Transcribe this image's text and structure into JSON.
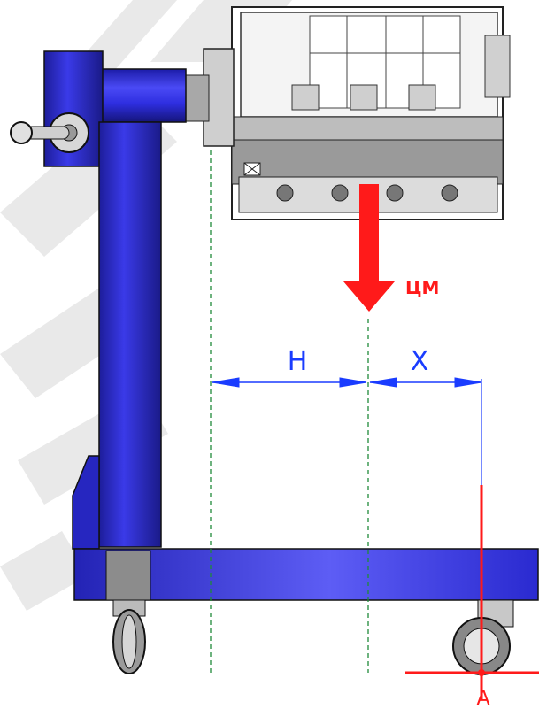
{
  "labels": {
    "center_of_mass": "ЦМ",
    "distance_h": "H",
    "distance_x": "X",
    "point_a": "A"
  },
  "colors": {
    "frame_blue": "#2b2bd8",
    "frame_dark": "#1a1a8c",
    "accent_red": "#ff1a1a",
    "dimension_blue": "#1a3cff",
    "guide_green": "#1f8a3a",
    "watermark": "#e6e6e6"
  },
  "icons": {
    "engine": "engine-block",
    "wheel": "caster-wheel",
    "crank": "hand-crank"
  }
}
